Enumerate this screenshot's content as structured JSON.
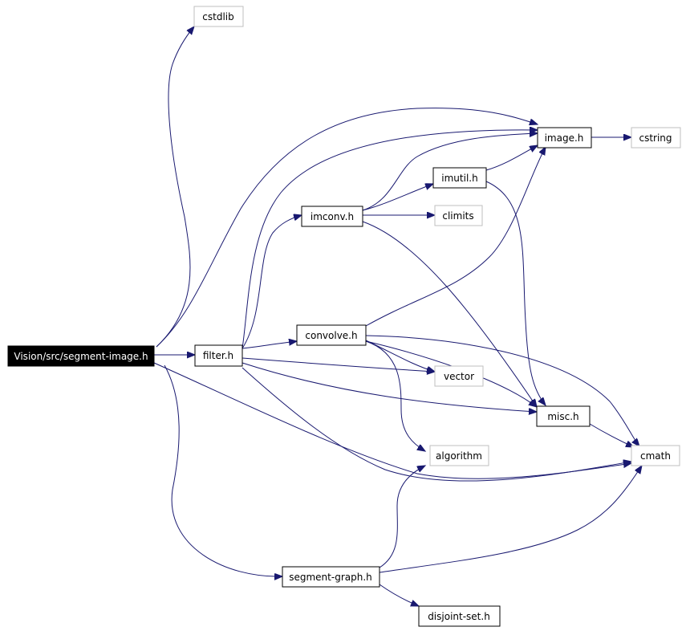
{
  "nodes": {
    "main": {
      "label": "Vision/src/segment-image.h"
    },
    "cstdlib": {
      "label": "cstdlib"
    },
    "image": {
      "label": "image.h"
    },
    "cstring": {
      "label": "cstring"
    },
    "imutil": {
      "label": "imutil.h"
    },
    "imconv": {
      "label": "imconv.h"
    },
    "climits": {
      "label": "climits"
    },
    "filter": {
      "label": "filter.h"
    },
    "convolve": {
      "label": "convolve.h"
    },
    "vector": {
      "label": "vector"
    },
    "misc": {
      "label": "misc.h"
    },
    "algorithm": {
      "label": "algorithm"
    },
    "cmath": {
      "label": "cmath"
    },
    "segment_graph": {
      "label": "segment-graph.h"
    },
    "disjoint_set": {
      "label": "disjoint-set.h"
    }
  },
  "colors": {
    "edge": "#191970",
    "highlight_fill": "#000000",
    "highlight_text": "#ffffff",
    "doc_border": "#000000",
    "external_border": "#bfbfbf"
  }
}
